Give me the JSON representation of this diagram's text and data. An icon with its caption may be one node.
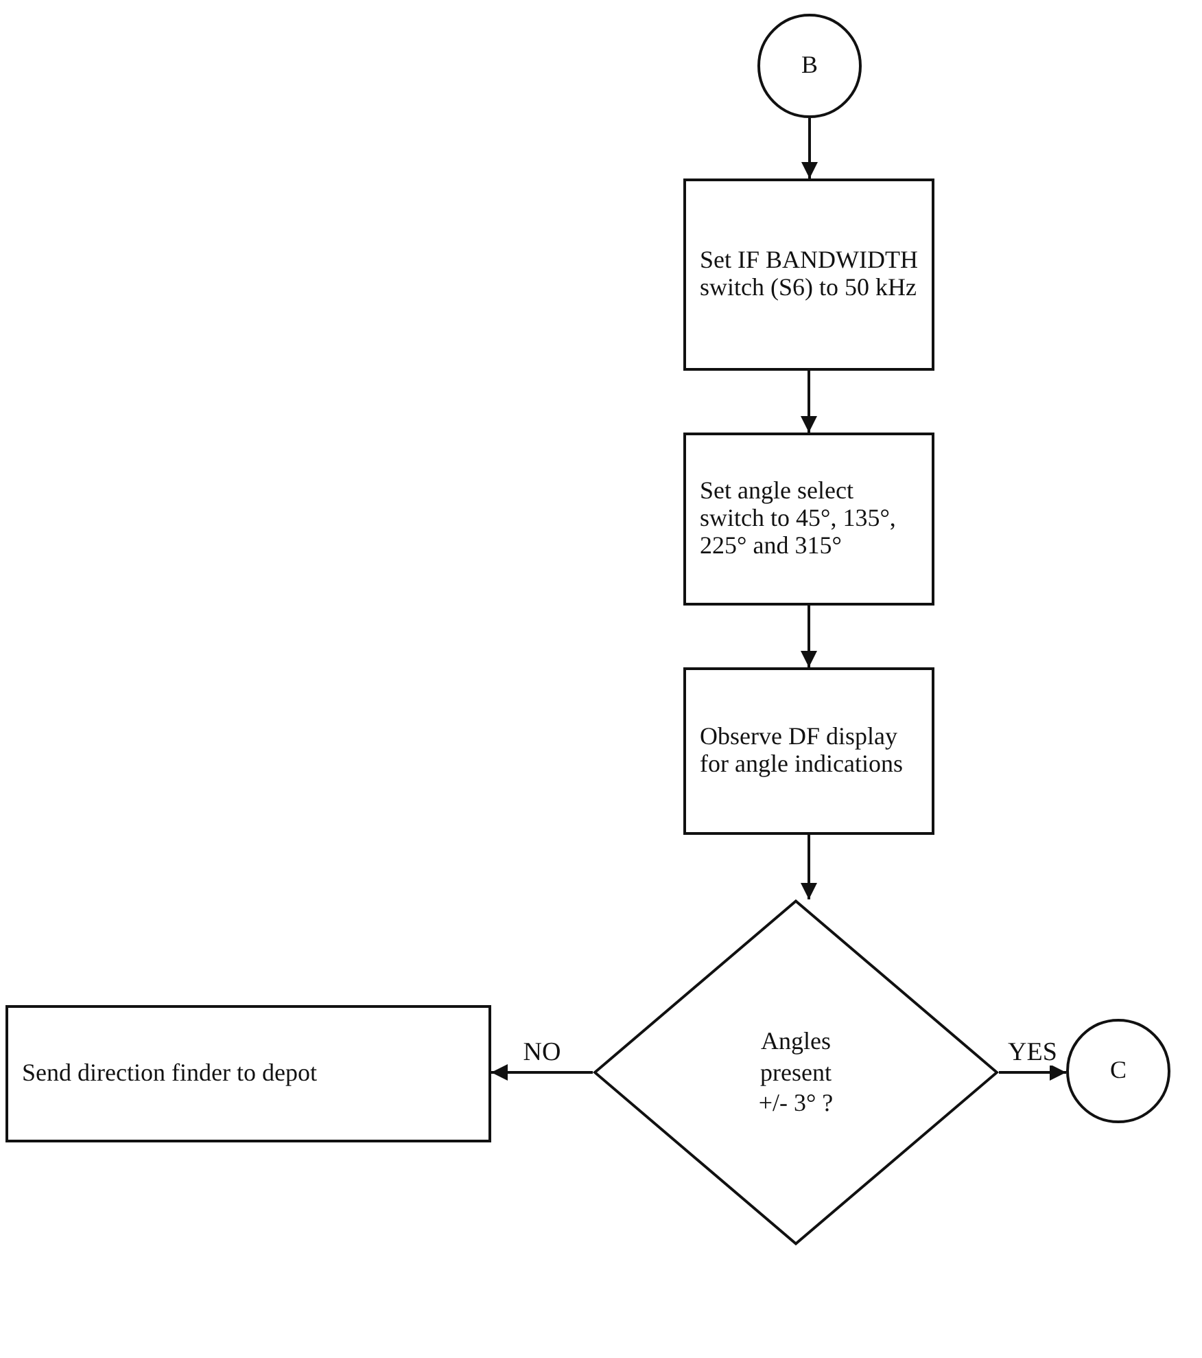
{
  "diagram": {
    "nodes": [
      {
        "text": [
          "B"
        ]
      },
      {
        "text": [
          "Set IF BANDWIDTH switch (S6) to 50 kHz"
        ]
      },
      {
        "text": [
          "Set angle select switch to 45°, 135°, 225° and 315°"
        ]
      },
      {
        "text": [
          "Observe DF display for angle indications"
        ]
      },
      {
        "text": [
          "Angles present +/- 3° ?"
        ]
      },
      {
        "text": [
          "Send direction finder to depot"
        ]
      },
      {
        "text": [
          "C"
        ]
      }
    ],
    "edges": [
      {
        "from": 0,
        "to": 1,
        "arrow": "to"
      },
      {
        "from": 1,
        "to": 2,
        "arrow": "to"
      },
      {
        "from": 2,
        "to": 3,
        "arrow": "to"
      },
      {
        "from": 3,
        "to": 4,
        "arrow": "to"
      },
      {
        "from": 4,
        "to": 5,
        "arrow": "to",
        "label": "NO"
      },
      {
        "from": 4,
        "to": 6,
        "arrow": "to",
        "label": "YES"
      }
    ]
  }
}
